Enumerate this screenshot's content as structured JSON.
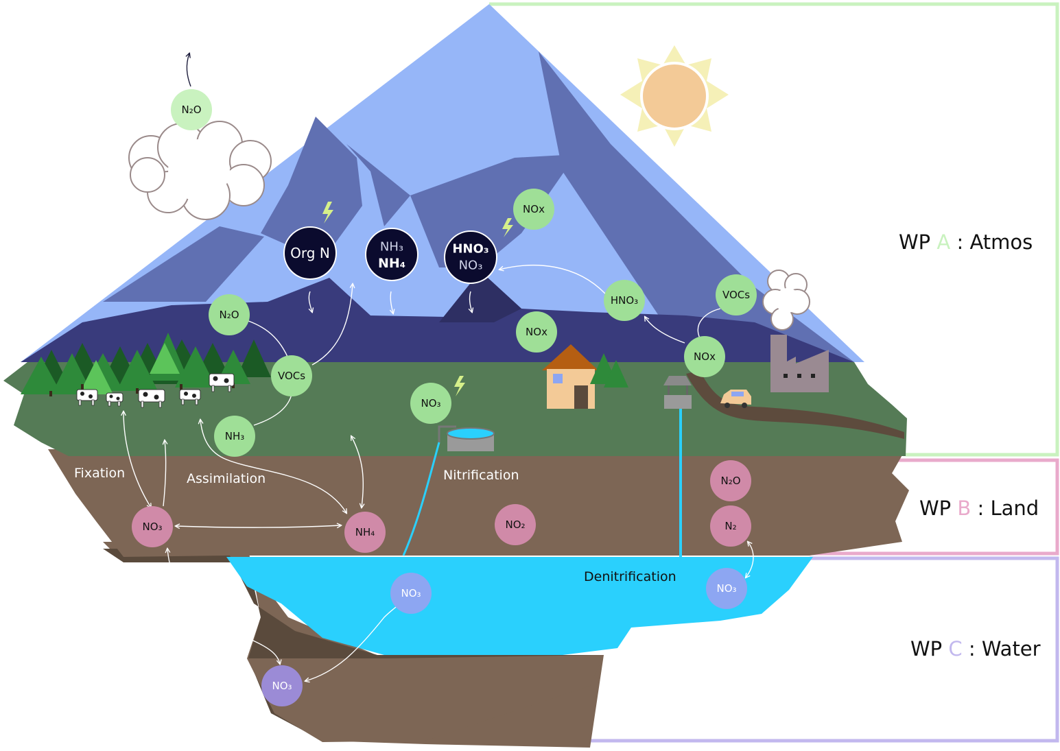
{
  "work_packages": [
    {
      "prefix": "WP",
      "letter": "A",
      "suffix": ": Atmos",
      "color": "#c9f2bf"
    },
    {
      "prefix": "WP",
      "letter": "B",
      "suffix": ": Land",
      "color": "#e9aacb"
    },
    {
      "prefix": "WP",
      "letter": "C",
      "suffix": ": Water",
      "color": "#c2b8ee"
    }
  ],
  "processes": {
    "fixation": "Fixation",
    "assimilation": "Assimilation",
    "nitrification": "Nitrification",
    "denitrification": "Denitrification"
  },
  "dark_nodes": {
    "org_n": {
      "line1": "Org N"
    },
    "nh": {
      "line1": "NH₃",
      "line2": "NH₄"
    },
    "hno3": {
      "line1": "HNO₃",
      "line2": "NO₃"
    }
  },
  "atmos_nodes": {
    "n2o_top": "N₂O",
    "nox_top": "NOx",
    "n2o_left": "N₂O",
    "vocs_left": "VOCs",
    "nh3": "NH₃",
    "nox_mid": "NOx",
    "hno3": "HNO₃",
    "vocs_right": "VOCs",
    "nox_right": "NOx",
    "no3_field": "NO₃"
  },
  "land_nodes": {
    "no3": "NO₃",
    "nh4": "NH₄",
    "no2": "NO₂",
    "n2o": "N₂O",
    "n2": "N₂"
  },
  "water_nodes": {
    "no3_lake": "NO₃",
    "no3_right": "NO₃",
    "no3_deep": "NO₃"
  },
  "colors": {
    "atmos_node": "#9fdf97",
    "land_node": "#d08aa8",
    "water_node": "#8da6f2",
    "deep_node": "#9b8bd6",
    "dark_node": "#0b0b2e",
    "sky_mountain": "#96b6f8",
    "mountain_shadow": "#6070b2",
    "dark_ridge": "#393b7c",
    "grass": "#557b56",
    "soil": "#7d6655",
    "deep_soil": "#5a4a3c",
    "water": "#2ad0fd",
    "sun": "#f3ca97",
    "sun_rays": "#f5f0b7"
  }
}
